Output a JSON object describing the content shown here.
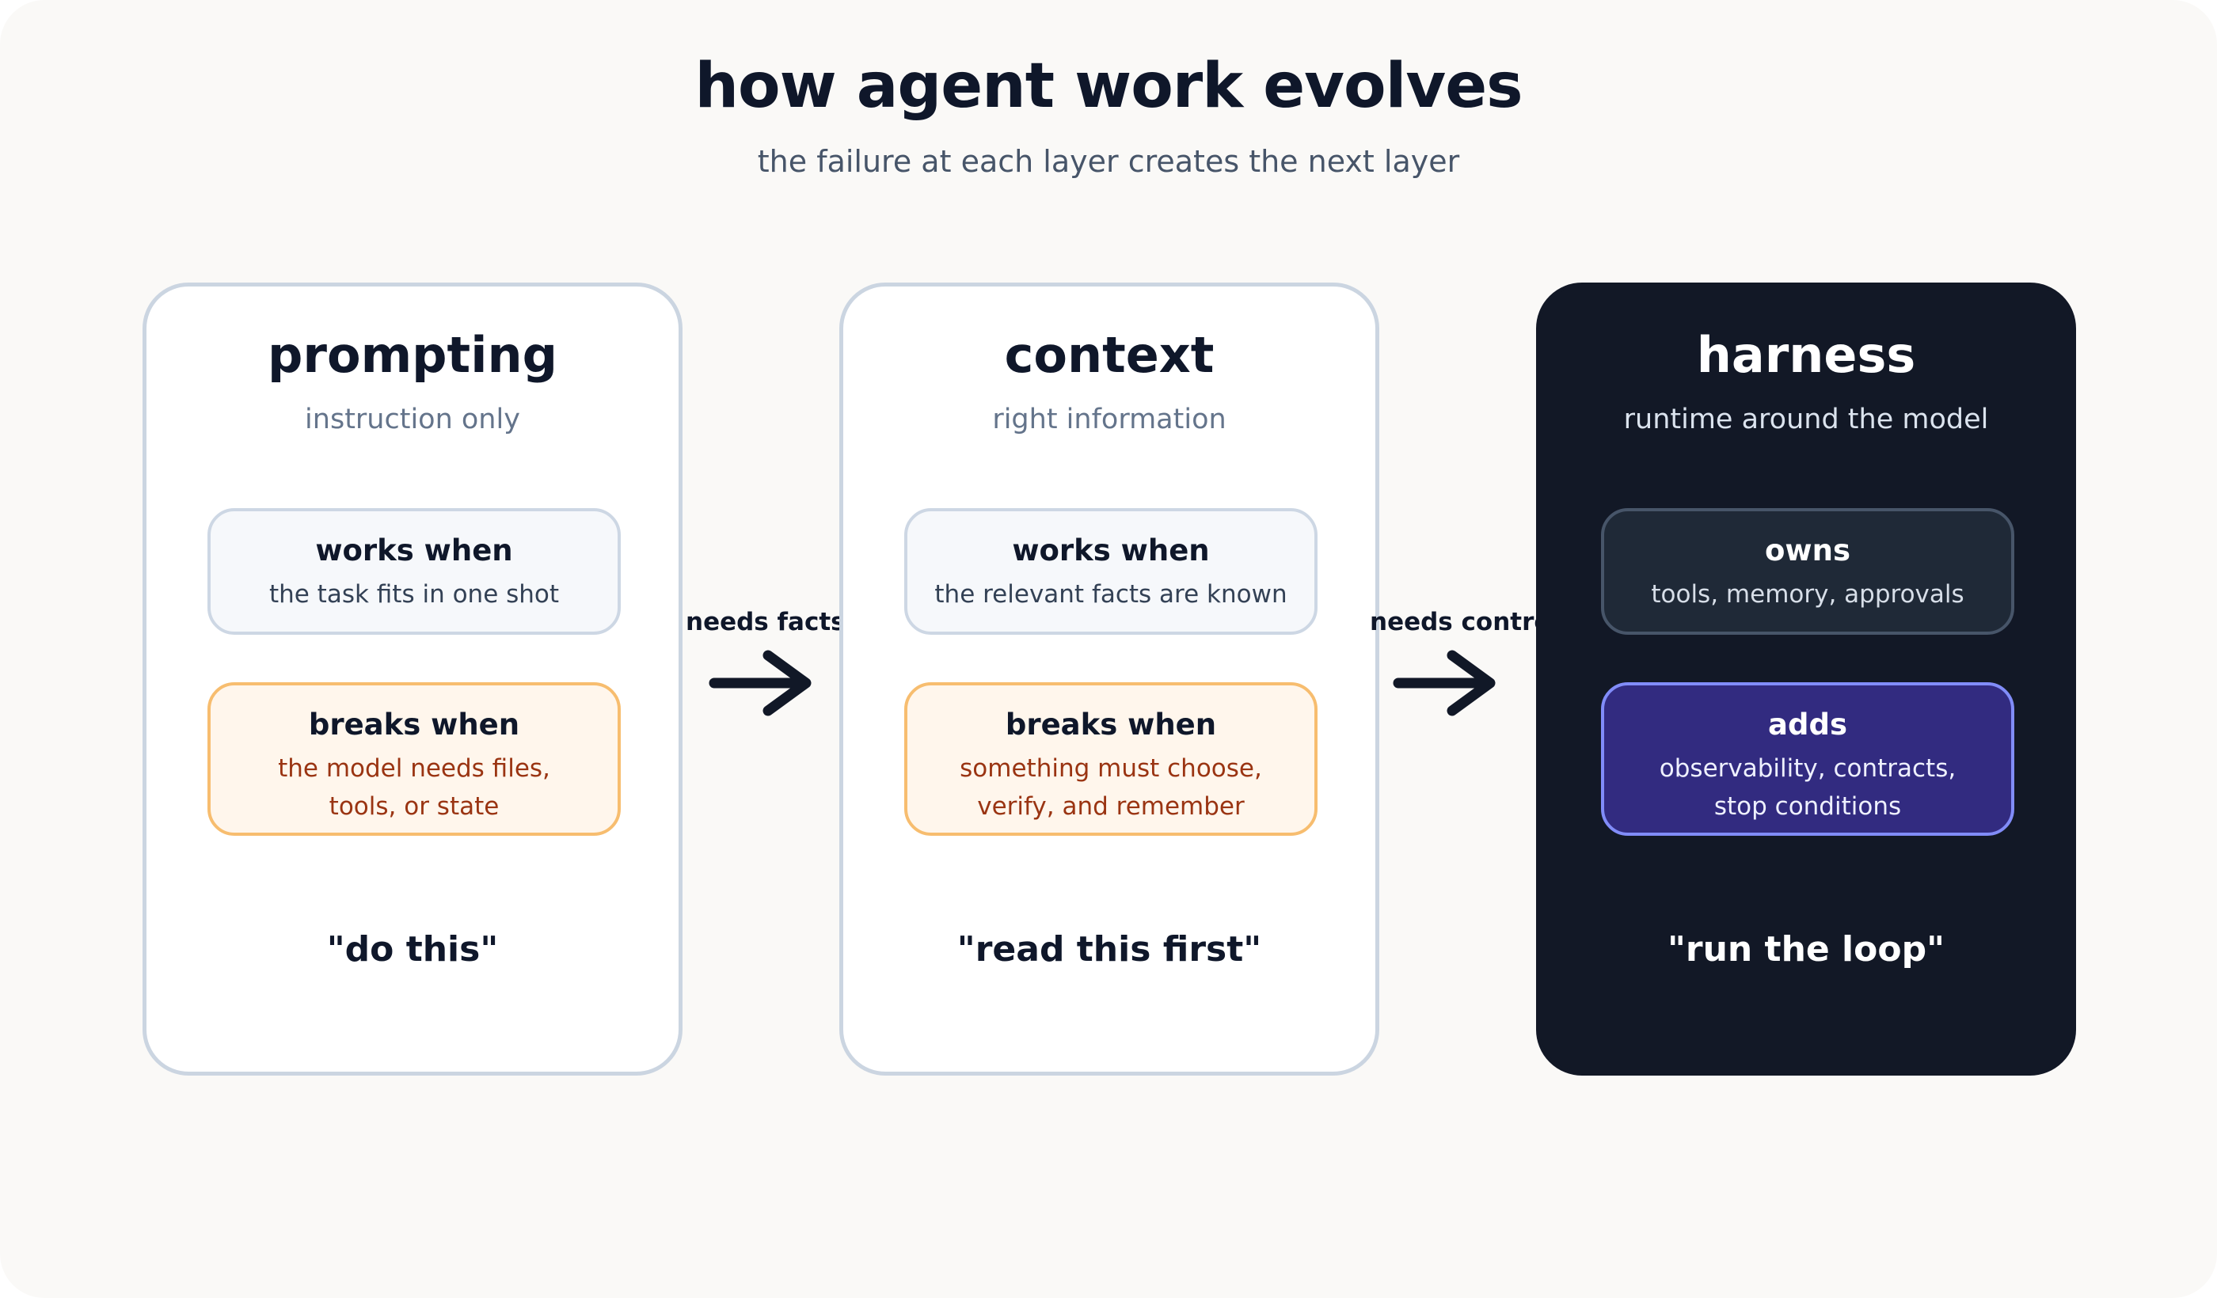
{
  "title": "how agent work evolves",
  "subtitle": "the failure at each layer creates the next layer",
  "cards": [
    {
      "title": "prompting",
      "subtitle": "instruction only",
      "top_box": {
        "title": "works when",
        "text": "the task fits in one shot"
      },
      "bottom_box": {
        "title": "breaks when",
        "text": "the model needs files, tools, or state"
      },
      "quote": "\"do this\""
    },
    {
      "title": "context",
      "subtitle": "right information",
      "top_box": {
        "title": "works when",
        "text": "the relevant facts are known"
      },
      "bottom_box": {
        "title": "breaks when",
        "text": "something must choose, verify, and remember"
      },
      "quote": "\"read this first\""
    },
    {
      "title": "harness",
      "subtitle": "runtime around the model",
      "top_box": {
        "title": "owns",
        "text": "tools, memory, approvals"
      },
      "bottom_box": {
        "title": "adds",
        "text": "observability, contracts, stop conditions"
      },
      "quote": "\"run the loop\""
    }
  ],
  "connectors": [
    {
      "label": "needs facts",
      "icon": "arrow-right-icon"
    },
    {
      "label": "needs contro",
      "icon": "arrow-right-icon"
    }
  ],
  "colors": {
    "background": "#faf9f7",
    "dark_card": "#121826",
    "breaks_border": "#f7bd6f",
    "adds_fill": "#322b80",
    "adds_border": "#818cf8"
  }
}
